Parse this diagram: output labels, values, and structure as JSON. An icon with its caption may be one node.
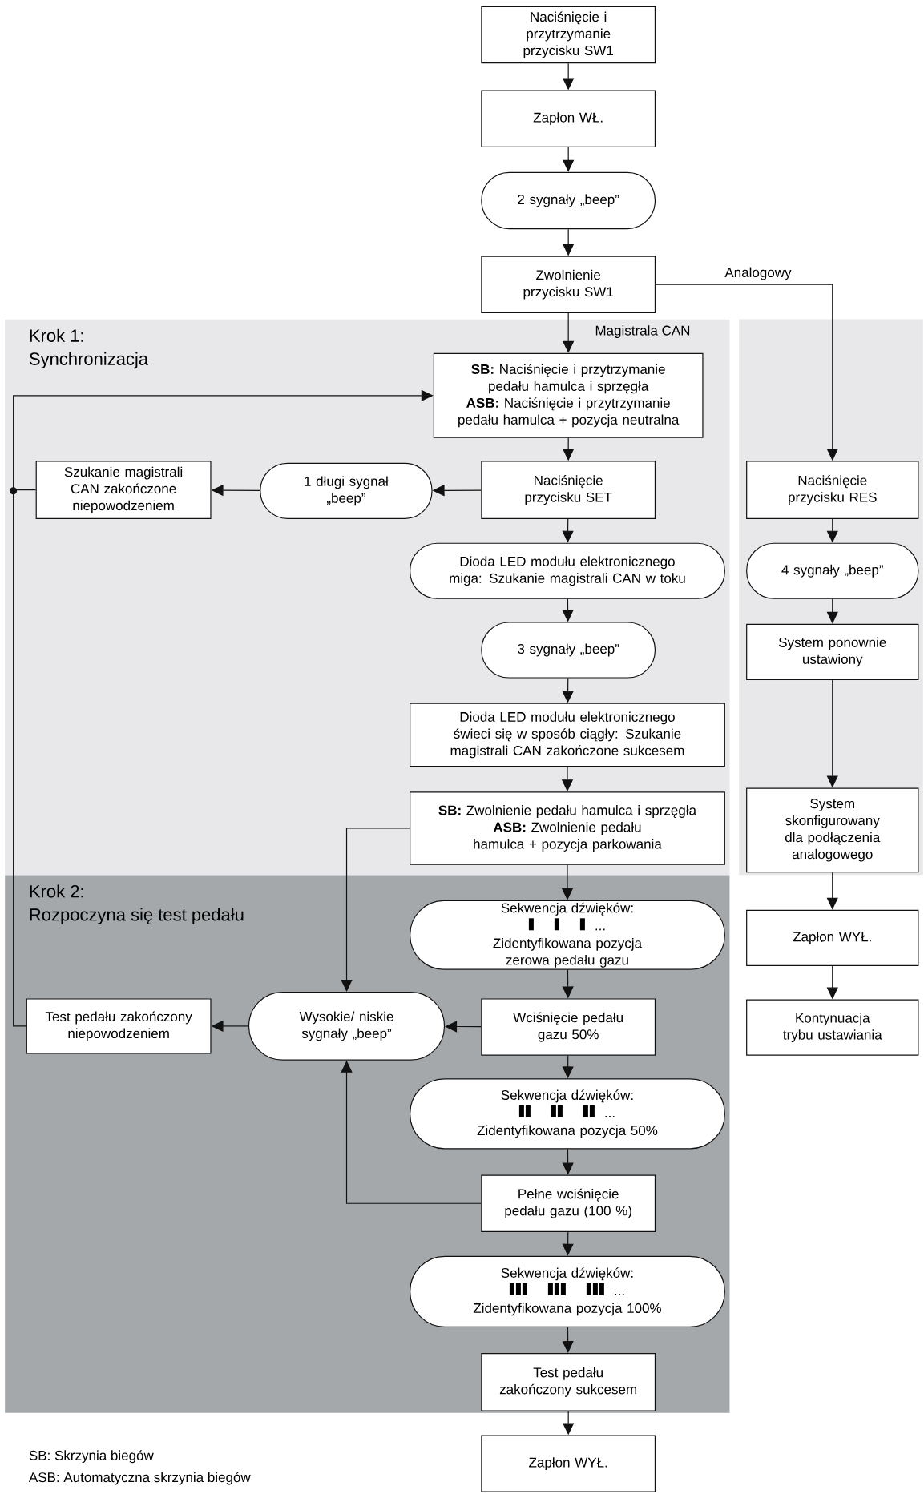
{
  "diagram": {
    "nodes": [
      {
        "text": [
          "Naciśnięcie i przytrzymanie przycisku SW1"
        ]
      },
      {
        "text": [
          "Zapłon WŁ."
        ]
      },
      {
        "text": [
          "2 sygnały „beep”"
        ]
      },
      {
        "text": [
          "Zwolnienie przycisku SW1"
        ]
      },
      {
        "text": [
          "Krok 1:",
          "Synchronizacja"
        ]
      },
      {
        "text": [
          "**SB:** Naciśnięcie i przytrzymanie pedału hamulca i sprzęgła",
          "**ASB:** Naciśnięcie i przytrzymanie pedału hamulca + pozycja neutralna"
        ],
        "in": 4
      },
      {
        "text": [
          "Szukanie magistrali CAN zakończone niepowodzeniem"
        ],
        "in": 4
      },
      {
        "text": [
          "1 długi sygnał „beep”"
        ],
        "in": 4
      },
      {
        "text": [
          "Naciśnięcie przycisku SET"
        ],
        "in": 4
      },
      {
        "text": [
          "Dioda LED modułu elektronicznego miga: Szukanie magistrali CAN w toku"
        ],
        "in": 4
      },
      {
        "text": [
          "3 sygnały „beep”"
        ],
        "in": 4
      },
      {
        "text": [
          "Dioda LED modułu elektronicznego świeci się w sposób ciągły: Szukanie magistrali CAN zakończone sukcesem"
        ],
        "in": 4
      },
      {
        "text": [
          "**SB:** Zwolnienie pedału hamulca i sprzęgła",
          "**ASB:** Zwolnienie pedału hamulca + pozycja parkowania"
        ],
        "in": 4
      },
      {
        "text": [
          "Naciśnięcie przycisku RES"
        ]
      },
      {
        "text": [
          "4 sygnały „beep”"
        ]
      },
      {
        "text": [
          "System ponownie ustawiony"
        ]
      },
      {
        "text": [
          "System skonfigurowany dla podłączenia analogowego"
        ]
      },
      {
        "text": [
          "Krok 2:",
          "Rozpoczyna się test pedału"
        ]
      },
      {
        "text": [
          "Sekwencja dźwięków:",
          "...",
          "Zidentyfikowana pozycja zerowa pedału gazu"
        ],
        "in": 17
      },
      {
        "text": [
          "Wysokie/ niskie sygnały „beep”"
        ],
        "in": 17
      },
      {
        "text": [
          "Test pedału zakończony niepowodzeniem"
        ],
        "in": 17
      },
      {
        "text": [
          "Wciśnięcie pedału gazu 50%"
        ],
        "in": 17
      },
      {
        "text": [
          "Sekwencja dźwięków:",
          "...",
          "Zidentyfikowana pozycja 50%"
        ],
        "in": 17
      },
      {
        "text": [
          "Pełne wciśnięcie pedału gazu (100 %)"
        ],
        "in": 17
      },
      {
        "text": [
          "Sekwencja dźwięków:",
          "...",
          "Zidentyfikowana pozycja 100%"
        ],
        "in": 17
      },
      {
        "text": [
          "Test pedału zakończony sukcesem"
        ],
        "in": 17
      },
      {
        "text": [
          "Zapłon WYŁ."
        ]
      },
      {
        "text": [
          "Zapłon WYŁ."
        ]
      },
      {
        "text": [
          "Kontynuacja trybu ustawiania"
        ]
      }
    ],
    "edges": [
      {
        "from": 0,
        "to": 1,
        "arrow": "to"
      },
      {
        "from": 1,
        "to": 2,
        "arrow": "to"
      },
      {
        "from": 2,
        "to": 3,
        "arrow": "to"
      },
      {
        "from": 3,
        "to": 5,
        "arrow": "to",
        "label": "Magistrala CAN"
      },
      {
        "from": 3,
        "to": 13,
        "arrow": "to",
        "label": "Analogowy"
      },
      {
        "from": 5,
        "to": 8,
        "arrow": "to"
      },
      {
        "from": 8,
        "to": 7,
        "arrow": "to"
      },
      {
        "from": 7,
        "to": 6,
        "arrow": "to"
      },
      {
        "from": 6,
        "to": 5,
        "arrow": "to"
      },
      {
        "from": 8,
        "to": 9,
        "arrow": "to"
      },
      {
        "from": 9,
        "to": 10,
        "arrow": "to"
      },
      {
        "from": 10,
        "to": 11,
        "arrow": "to"
      },
      {
        "from": 11,
        "to": 12,
        "arrow": "to"
      },
      {
        "from": 12,
        "to": 18,
        "arrow": "to"
      },
      {
        "from": 12,
        "to": 19,
        "arrow": "to"
      },
      {
        "from": 18,
        "to": 21,
        "arrow": "to"
      },
      {
        "from": 21,
        "to": 19,
        "arrow": "to"
      },
      {
        "from": 19,
        "to": 20,
        "arrow": "to"
      },
      {
        "from": 20,
        "to": 5,
        "arrow": "to"
      },
      {
        "from": 21,
        "to": 22,
        "arrow": "to"
      },
      {
        "from": 22,
        "to": 23,
        "arrow": "to"
      },
      {
        "from": 23,
        "to": 19,
        "arrow": "to"
      },
      {
        "from": 23,
        "to": 24,
        "arrow": "to"
      },
      {
        "from": 24,
        "to": 25,
        "arrow": "to"
      },
      {
        "from": 25,
        "to": 26,
        "arrow": "to"
      },
      {
        "from": 13,
        "to": 14,
        "arrow": "to"
      },
      {
        "from": 14,
        "to": 15,
        "arrow": "to"
      },
      {
        "from": 15,
        "to": 16,
        "arrow": "to"
      },
      {
        "from": 16,
        "to": 27,
        "arrow": "to"
      },
      {
        "from": 27,
        "to": 28,
        "arrow": "to"
      }
    ],
    "labels": [
      "SB: Skrzynia biegów",
      "ASB: Automatyczna skrzynia biegów"
    ]
  }
}
